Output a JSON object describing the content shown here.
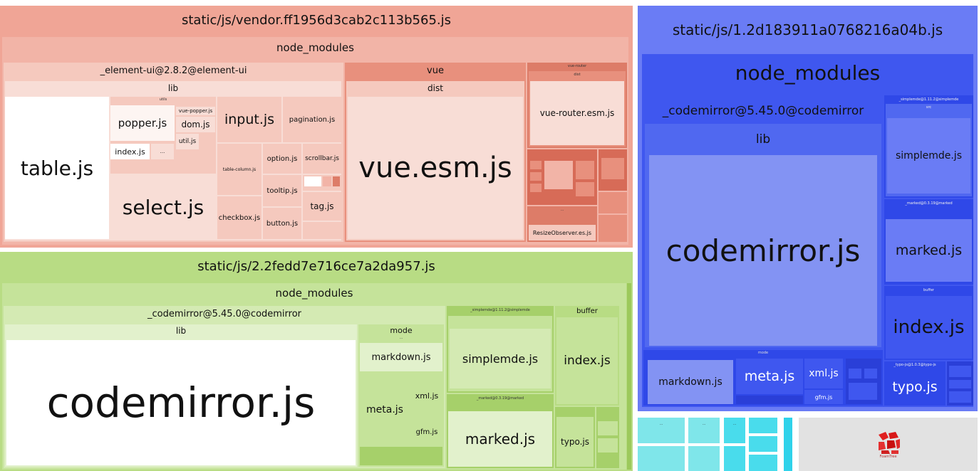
{
  "vendor": {
    "title": "static/js/vendor.ff1956d3cab2c113b565.js",
    "node_modules": "node_modules",
    "element_ui": "_element-ui@2.8.2@element-ui",
    "lib": "lib",
    "table": "table.js",
    "select": "select.js",
    "popper": "popper.js",
    "index": "index.js",
    "dom": "dom.js",
    "util": "util.js",
    "input": "input.js",
    "pagination": "pagination.js",
    "table_column": "table-column.js",
    "option": "option.js",
    "scrollbar": "scrollbar.js",
    "tooltip": "tooltip.js",
    "tag": "tag.js",
    "checkbox": "checkbox.js",
    "button": "button.js",
    "utils": "utils",
    "vue_popper": "vue-popper.js",
    "dots": "...",
    "vue": "vue",
    "dist": "dist",
    "vue_esm": "vue.esm.js",
    "vue_router": "vue-router",
    "vue_router_dist": "dist",
    "vue_router_esm": "vue-router.esm.js",
    "resize_observer": "ResizeObserver.es.js"
  },
  "chunk2": {
    "title": "static/js/2.2fedd7e716ce7a2da957.js",
    "node_modules": "node_modules",
    "codemirror_pkg": "_codemirror@5.45.0@codemirror",
    "lib": "lib",
    "codemirror": "codemirror.js",
    "mode": "mode",
    "markdown": "markdown.js",
    "meta": "meta.js",
    "xml": "xml.js",
    "gfm": "gfm.js",
    "simplemde_pkg": "_simplemde@1.11.2@simplemde",
    "simplemde": "simplemde.js",
    "marked_pkg": "_marked@0.3.19@marked",
    "marked": "marked.js",
    "buffer": "buffer",
    "index": "index.js",
    "typo": "typo.js",
    "dots": "..."
  },
  "chunk1": {
    "title": "static/js/1.2d183911a0768216a04b.js",
    "node_modules": "node_modules",
    "codemirror_pkg": "_codemirror@5.45.0@codemirror",
    "lib": "lib",
    "codemirror": "codemirror.js",
    "markdown": "markdown.js",
    "meta": "meta.js",
    "xml": "xml.js",
    "gfm": "gfm.js",
    "simplemde_pkg": "_simplemde@1.11.2@simplemde",
    "src": "src",
    "simplemde": "simplemde.js",
    "marked_pkg": "_marked@0.3.19@marked",
    "marked": "marked.js",
    "buffer": "buffer",
    "index": "index.js",
    "typo_pkg": "_typo-js@1.0.3@typo-js",
    "typo": "typo.js",
    "mode": "mode",
    "dots": "..."
  },
  "logo": {
    "icon": "foamtree-logo-icon",
    "text": "FoamTree"
  }
}
